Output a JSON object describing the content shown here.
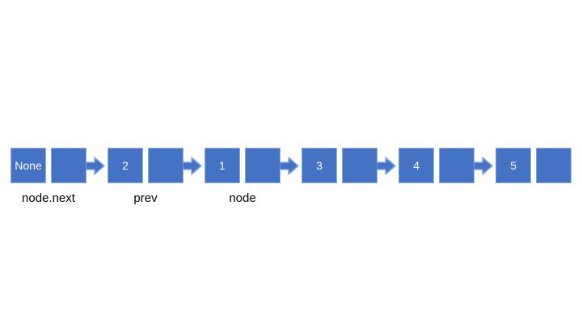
{
  "diagram": {
    "title": "linked-list-diagram",
    "colors": {
      "node_fill": "#4472C4",
      "node_border": "#8FAADC",
      "node_text": "#FFFFFF",
      "label_text": "#000000",
      "background": "#FFFFFF"
    },
    "nodes": [
      {
        "value": "None",
        "pointer": "",
        "has_next_arrow": true
      },
      {
        "value": "2",
        "pointer": "",
        "has_next_arrow": true
      },
      {
        "value": "1",
        "pointer": "",
        "has_next_arrow": true
      },
      {
        "value": "3",
        "pointer": "",
        "has_next_arrow": true
      },
      {
        "value": "4",
        "pointer": "",
        "has_next_arrow": true
      },
      {
        "value": "5",
        "pointer": "",
        "has_next_arrow": false
      }
    ],
    "labels": [
      {
        "text": "node.next",
        "under_node": 0
      },
      {
        "text": "prev",
        "under_node": 1
      },
      {
        "text": "node",
        "under_node": 2
      }
    ]
  }
}
